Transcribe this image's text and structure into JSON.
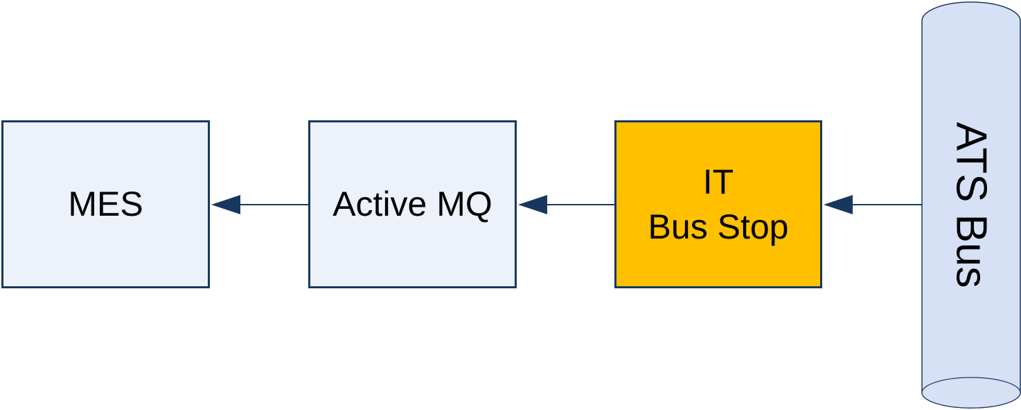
{
  "diagram": {
    "background_color": "#FFFFFF",
    "connector_color": "#17375E",
    "nodes": [
      {
        "id": "mes",
        "label": "MES",
        "shape": "rectangle",
        "fill_color": "#EDF1FA",
        "border_color": "#17375E",
        "text_color": "#000000"
      },
      {
        "id": "active-mq",
        "label": "Active MQ",
        "shape": "rectangle",
        "fill_color": "#EDF1FA",
        "border_color": "#17375E",
        "text_color": "#000000"
      },
      {
        "id": "it-bus-stop",
        "label": "IT\nBus Stop",
        "shape": "rectangle",
        "fill_color": "#FFC000",
        "border_color": "#17375E",
        "text_color": "#000000"
      },
      {
        "id": "ats-bus",
        "label": "ATS Bus",
        "shape": "cylinder",
        "fill_color": "#D6E1F6",
        "border_color": "#1B3764",
        "text_color": "#000000"
      }
    ],
    "edges": [
      {
        "from": "ats-bus",
        "to": "it-bus-stop",
        "direction": "left",
        "color": "#17375E"
      },
      {
        "from": "it-bus-stop",
        "to": "active-mq",
        "direction": "left",
        "color": "#17375E"
      },
      {
        "from": "active-mq",
        "to": "mes",
        "direction": "left",
        "color": "#17375E"
      }
    ]
  }
}
